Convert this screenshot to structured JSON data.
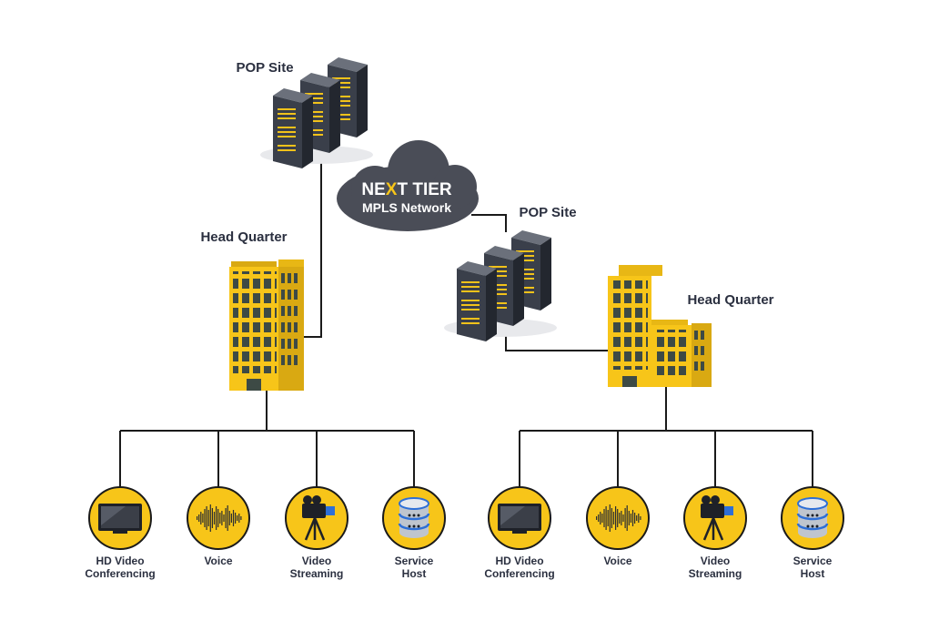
{
  "cloud": {
    "brand_part1": "NE",
    "brand_x": "X",
    "brand_part2": "T TIER",
    "subtitle": "MPLS Network"
  },
  "left": {
    "pop_label": "POP Site",
    "hq_label": "Head Quarter",
    "services": [
      {
        "line1": "HD Video",
        "line2": "Conferencing",
        "icon": "tv-icon"
      },
      {
        "line1": "Voice",
        "line2": "",
        "icon": "waveform-icon"
      },
      {
        "line1": "Video",
        "line2": "Streaming",
        "icon": "camera-icon"
      },
      {
        "line1": "Service",
        "line2": "Host",
        "icon": "database-icon"
      }
    ]
  },
  "right": {
    "pop_label": "POP Site",
    "hq_label": "Head Quarter",
    "services": [
      {
        "line1": "HD Video",
        "line2": "Conferencing",
        "icon": "tv-icon"
      },
      {
        "line1": "Voice",
        "line2": "",
        "icon": "waveform-icon"
      },
      {
        "line1": "Video",
        "line2": "Streaming",
        "icon": "camera-icon"
      },
      {
        "line1": "Service",
        "line2": "Host",
        "icon": "database-icon"
      }
    ]
  },
  "colors": {
    "accent_yellow": "#f7c519",
    "dark_text": "#2b3040",
    "cloud_gray": "#4a4d57",
    "server_dark": "#3a3f4a"
  }
}
